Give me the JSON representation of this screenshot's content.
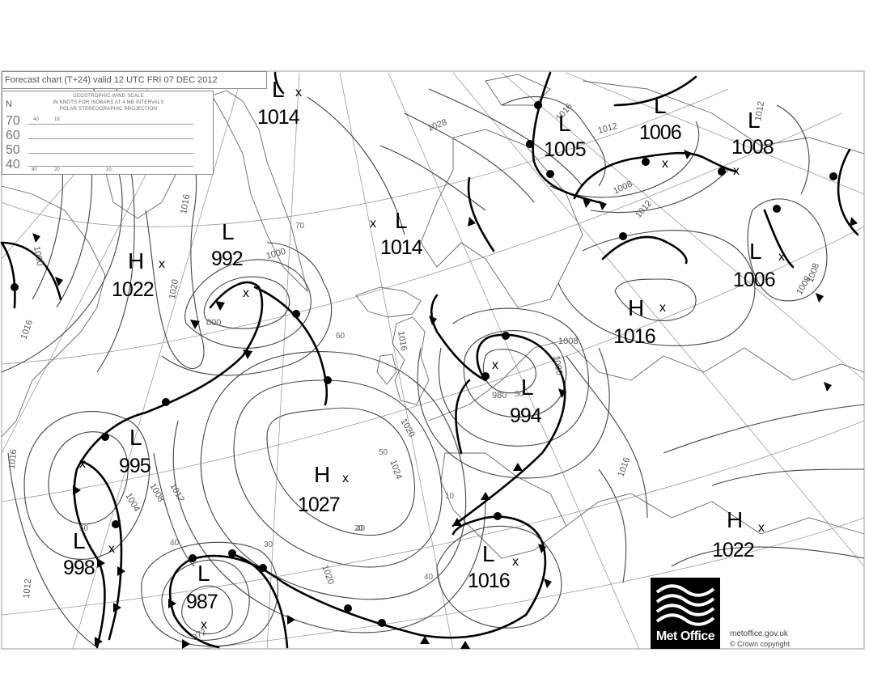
{
  "title": "Forecast chart (T+24) valid 12 UTC FRI 07 DEC 2012",
  "scale": {
    "north": "N",
    "heading": [
      "GEOSTROPHIC WIND SCALE",
      "IN KNOTS FOR ISOBARS AT 4 MB INTERVALS",
      "POLAR STEREOGRAPHIC PROJECTION"
    ],
    "latitudes": [
      "70",
      "60",
      "50",
      "40"
    ],
    "ticks_top": [
      "40",
      "15"
    ],
    "ticks_bottom": [
      "40",
      "20",
      "10"
    ]
  },
  "pressure_systems": [
    {
      "type": "L",
      "value": "1014"
    },
    {
      "type": "L",
      "value": "1005"
    },
    {
      "type": "L",
      "value": "1006"
    },
    {
      "type": "L",
      "value": "1008"
    },
    {
      "type": "L",
      "value": "992"
    },
    {
      "type": "H",
      "value": "1022"
    },
    {
      "type": "L",
      "value": "1014"
    },
    {
      "type": "L",
      "value": "1006"
    },
    {
      "type": "H",
      "value": "1016"
    },
    {
      "type": "L",
      "value": "994"
    },
    {
      "type": "L",
      "value": "995"
    },
    {
      "type": "H",
      "value": "1027"
    },
    {
      "type": "L",
      "value": "998"
    },
    {
      "type": "L",
      "value": "1016"
    },
    {
      "type": "H",
      "value": "1022"
    },
    {
      "type": "L",
      "value": "987"
    }
  ],
  "centre_marker": "x",
  "isobar_labels": [
    "1028",
    "1016",
    "1012",
    "1012",
    "1008",
    "1012",
    "1016",
    "1020",
    "1000",
    "1016",
    "1008",
    "1000",
    "1008",
    "1016",
    "1020",
    "1024",
    "1016",
    "1012",
    "1004",
    "1008",
    "1020",
    "1016",
    "1012",
    "000",
    "1000",
    "1008",
    "980",
    "972"
  ],
  "latitude_labels": [
    "70",
    "60",
    "50",
    "40",
    "30",
    "20",
    "40",
    "50",
    "10",
    "40",
    "50"
  ],
  "footer": {
    "logo_text": "Met Office",
    "site": "metoffice.gov.uk",
    "copyright": "© Crown copyright"
  }
}
